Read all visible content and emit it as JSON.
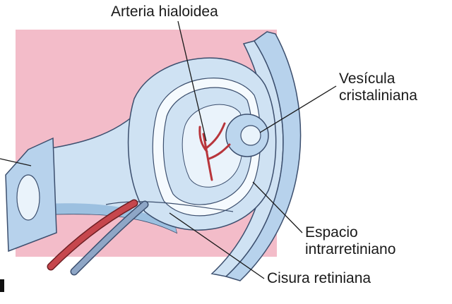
{
  "labels": {
    "arteria": "Arteria hialoidea",
    "vesicula_line1": "Vesícula",
    "vesicula_line2": "cristaliniana",
    "espacio_line1": "Espacio",
    "espacio_line2": "intrarretiniano",
    "cisura": "Cisura retiniana"
  },
  "colors": {
    "background_panel": "#f3bcc9",
    "tissue_fill": "#cfe2f3",
    "tissue_shade": "#9cc0e0",
    "tissue_outline": "#3c4f6e",
    "artery": "#c6474d",
    "vein": "#8ea6c6",
    "leader_line": "#1a1a1a"
  }
}
